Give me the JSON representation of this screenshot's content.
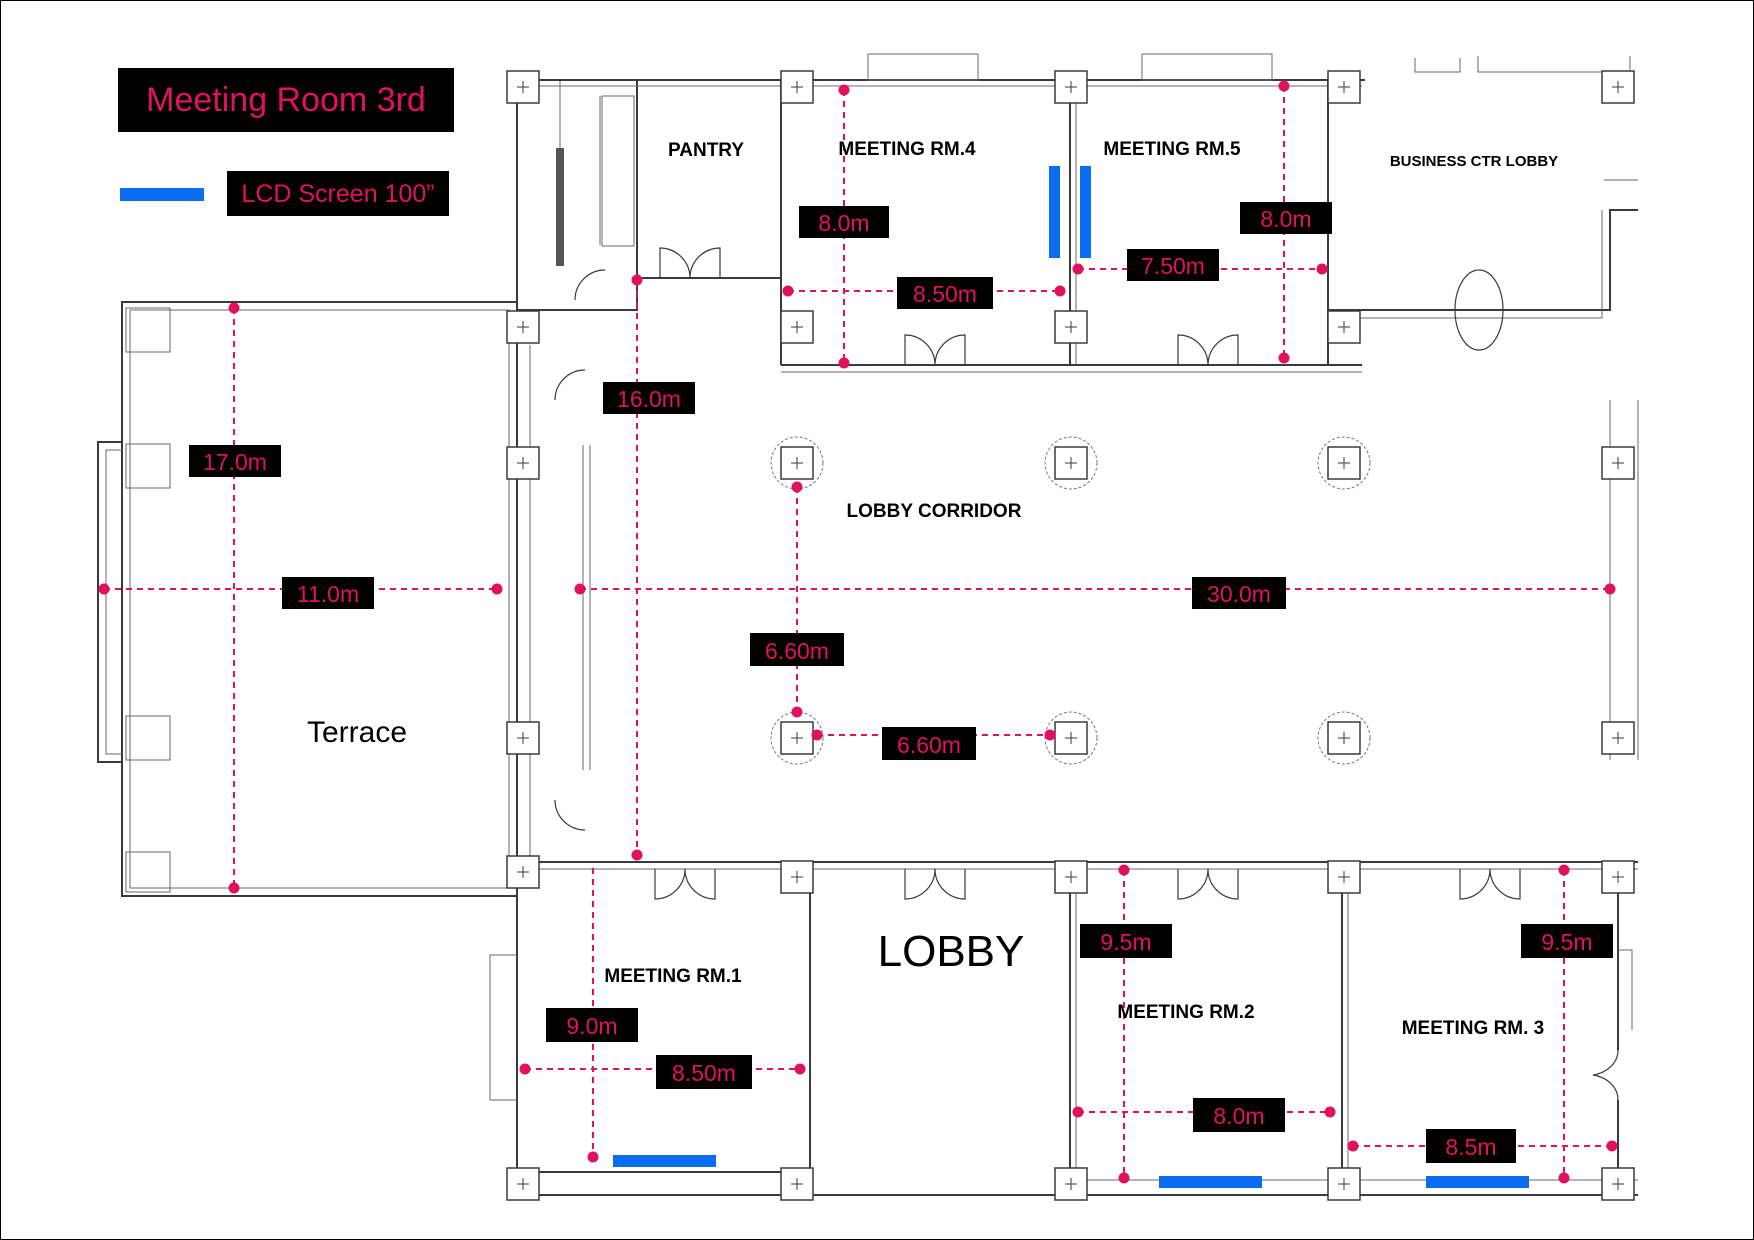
{
  "title": "Meeting Room 3rd",
  "legend": {
    "label": "LCD Screen 100”",
    "color": "#0a6cf0"
  },
  "colors": {
    "accent": "#e0115f",
    "screen": "#0a6cf0",
    "label_bg": "#000000",
    "wall": "#3a3a3a"
  },
  "rooms": [
    {
      "id": "pantry",
      "name": "PANTRY"
    },
    {
      "id": "rm4",
      "name": "MEETING RM.4"
    },
    {
      "id": "rm5",
      "name": "MEETING RM.5"
    },
    {
      "id": "bizctr",
      "name": "BUSINESS CTR LOBBY"
    },
    {
      "id": "corridor",
      "name": "LOBBY CORRIDOR"
    },
    {
      "id": "terrace",
      "name": "Terrace"
    },
    {
      "id": "lobby",
      "name": "LOBBY"
    },
    {
      "id": "rm1",
      "name": "MEETING RM.1"
    },
    {
      "id": "rm2",
      "name": "MEETING RM.2"
    },
    {
      "id": "rm3",
      "name": "MEETING RM. 3"
    }
  ],
  "dimensions": [
    {
      "id": "rm4-depth",
      "label": "8.0m"
    },
    {
      "id": "rm4-width",
      "label": "8.50m"
    },
    {
      "id": "rm5-width",
      "label": "7.50m"
    },
    {
      "id": "rm5-depth",
      "label": "8.0m"
    },
    {
      "id": "corridor-depth",
      "label": "16.0m"
    },
    {
      "id": "terrace-depth",
      "label": "17.0m"
    },
    {
      "id": "terrace-width",
      "label": "11.0m"
    },
    {
      "id": "corridor-length",
      "label": "30.0m"
    },
    {
      "id": "column-spacing-v",
      "label": "6.60m"
    },
    {
      "id": "column-spacing-h",
      "label": "6.60m"
    },
    {
      "id": "rm1-depth",
      "label": "9.0m"
    },
    {
      "id": "rm1-width",
      "label": "8.50m"
    },
    {
      "id": "rm2-depth",
      "label": "9.5m"
    },
    {
      "id": "rm2-width",
      "label": "8.0m"
    },
    {
      "id": "rm3-depth",
      "label": "9.5m"
    },
    {
      "id": "rm3-width",
      "label": "8.5m"
    }
  ]
}
